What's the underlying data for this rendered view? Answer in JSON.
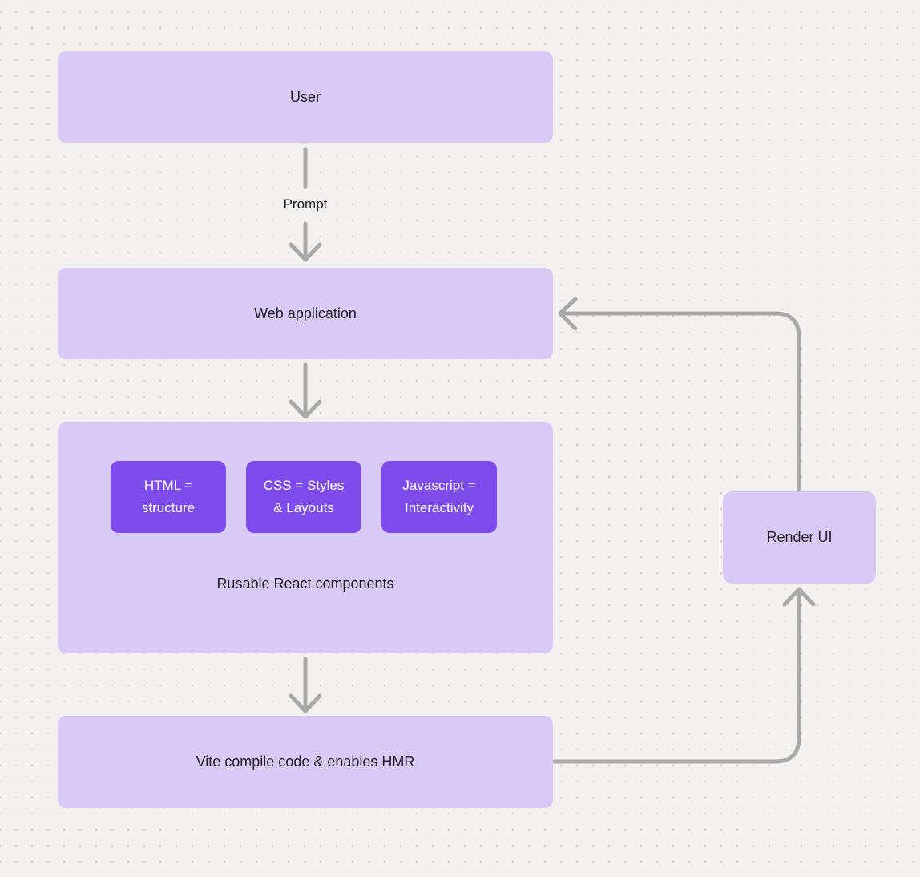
{
  "theme": {
    "background": "#f2f1ef",
    "dot_color": "#d2d0ce",
    "node_fill_light": "#d7caf6",
    "node_fill_dark": "#7c4dec",
    "node_text_dark": "#232028",
    "node_text_light": "#ffffff",
    "connector_color": "#a9a9a9"
  },
  "nodes": {
    "user": {
      "label": "User"
    },
    "web_application": {
      "label": "Web application"
    },
    "components_group": {
      "caption": "Rusable React components",
      "items": [
        {
          "label": "HTML =\nstructure"
        },
        {
          "label": "CSS = Styles\n& Layouts"
        },
        {
          "label": "Javascript =\nInteractivity"
        }
      ]
    },
    "vite": {
      "label": "Vite compile code & enables HMR"
    },
    "render_ui": {
      "label": "Render UI"
    }
  },
  "edges": {
    "user_to_web_application": {
      "from": "User",
      "to": "Web application",
      "label": "Prompt"
    },
    "web_application_to_components": {
      "from": "Web application",
      "to": "Rusable React components",
      "label": ""
    },
    "components_to_vite": {
      "from": "Rusable React components",
      "to": "Vite compile code & enables HMR",
      "label": ""
    },
    "vite_to_render_ui": {
      "from": "Vite compile code & enables HMR",
      "to": "Render UI",
      "label": ""
    },
    "render_ui_to_web_application": {
      "from": "Render UI",
      "to": "Web application",
      "label": ""
    }
  }
}
